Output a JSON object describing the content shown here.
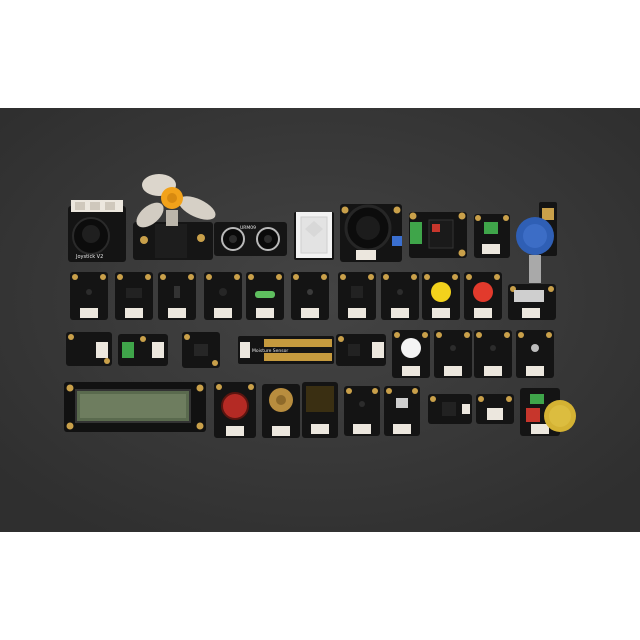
{
  "image": {
    "subject": "Sensor module kit arranged on a dark grey surface",
    "background_color": "#ffffff",
    "surface_color": "#3a3a3a",
    "board_color": "#141414",
    "pad_color": "#c9a04a",
    "connector_color": "#ece7de"
  },
  "module_labels": {
    "joystick": "Joystick V2",
    "ultrasonic": "URM09",
    "soil_moisture": "Moisture Sensor"
  }
}
